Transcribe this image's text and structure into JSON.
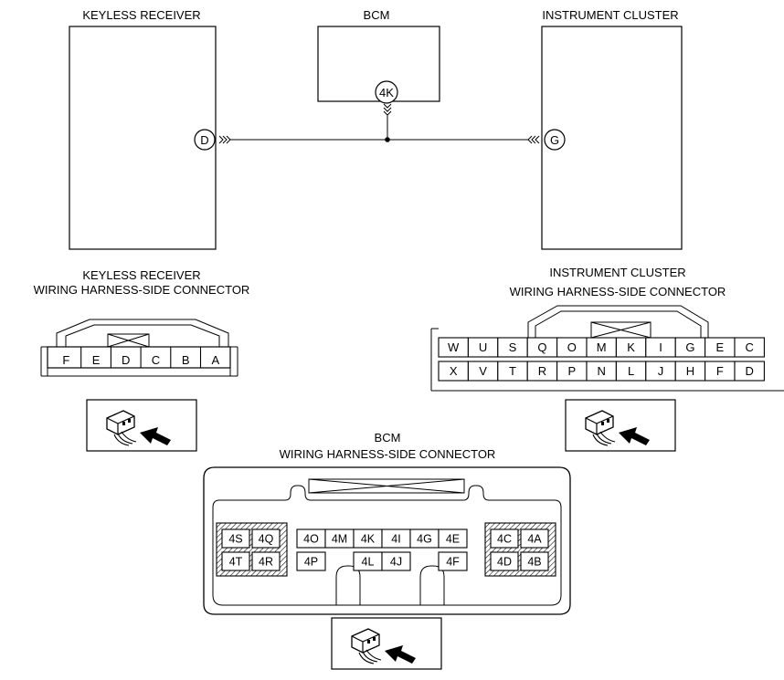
{
  "components": {
    "keyless_receiver": "KEYLESS RECEIVER",
    "bcm": "BCM",
    "instrument_cluster": "INSTRUMENT CLUSTER"
  },
  "terminals": {
    "keyless": "D",
    "bcm": "4K",
    "cluster": "G"
  },
  "connectors": {
    "keyless": {
      "title_line1": "KEYLESS RECEIVER",
      "title_line2": "WIRING HARNESS-SIDE CONNECTOR",
      "pins": [
        "F",
        "E",
        "D",
        "C",
        "B",
        "A"
      ]
    },
    "cluster": {
      "title_line1": "INSTRUMENT CLUSTER",
      "title_line2": "WIRING HARNESS-SIDE CONNECTOR",
      "top_row": [
        "W",
        "U",
        "S",
        "Q",
        "O",
        "M",
        "K",
        "I",
        "G",
        "E",
        "C"
      ],
      "bottom_row": [
        "X",
        "V",
        "T",
        "R",
        "P",
        "N",
        "L",
        "J",
        "H",
        "F",
        "D"
      ]
    },
    "bcm": {
      "title_line1": "BCM",
      "title_line2": "WIRING HARNESS-SIDE CONNECTOR",
      "left_top": [
        "4S",
        "4Q"
      ],
      "left_bottom": [
        "4T",
        "4R"
      ],
      "center_top": [
        "4O",
        "4M",
        "4K",
        "4I",
        "4G",
        "4E"
      ],
      "center_bottom": [
        "4P",
        "4L",
        "4J",
        "4F"
      ],
      "right_top": [
        "4C",
        "4A"
      ],
      "right_bottom": [
        "4D",
        "4B"
      ]
    }
  }
}
